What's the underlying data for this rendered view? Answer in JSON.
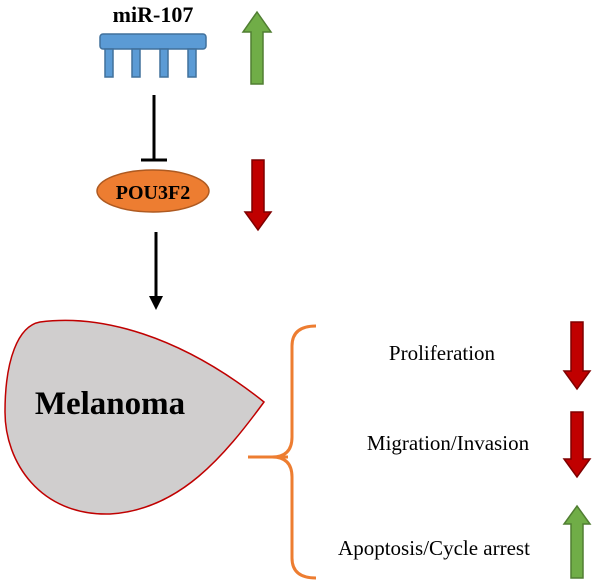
{
  "mirna": {
    "label": "miR-107",
    "trend": "up"
  },
  "target": {
    "label": "POU3F2",
    "trend": "down"
  },
  "disease": {
    "label": "Melanoma"
  },
  "effects": [
    {
      "label": "Proliferation",
      "trend": "down"
    },
    {
      "label": "Migration/Invasion",
      "trend": "down"
    },
    {
      "label": "Apoptosis/Cycle arrest",
      "trend": "up"
    }
  ],
  "colors": {
    "mirna": "#5b9bd5",
    "target": "#ed7d31",
    "bracket": "#ed7d31",
    "up_arrow": "#70ad47",
    "down_arrow": "#c00000",
    "tumor_fill": "#d0cece",
    "tumor_stroke": "#c00000"
  }
}
